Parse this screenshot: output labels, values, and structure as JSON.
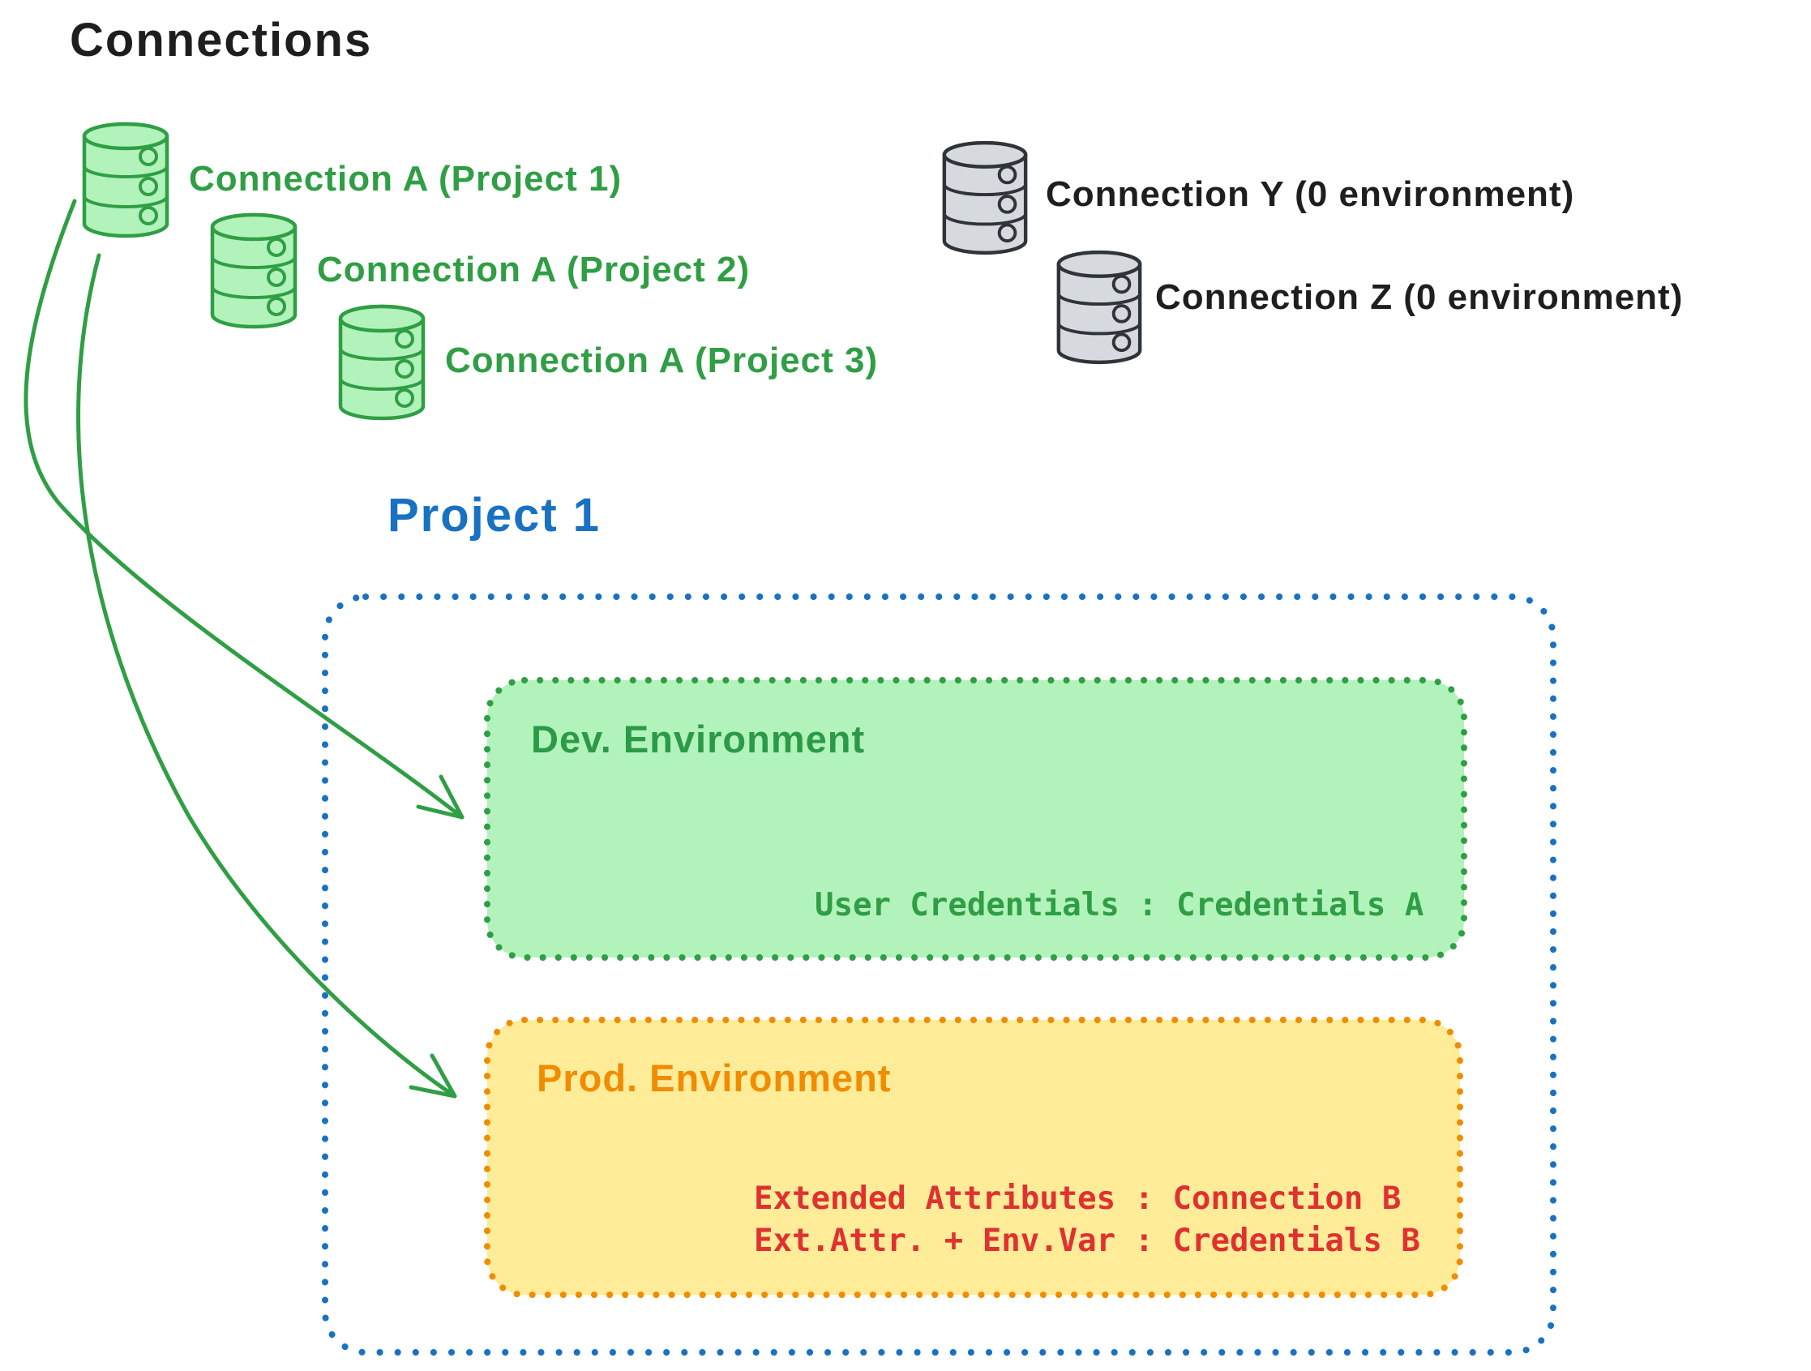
{
  "title": "Connections",
  "connections": {
    "project_a": [
      {
        "label": "Connection A (Project 1)"
      },
      {
        "label": "Connection A (Project 2)"
      },
      {
        "label": "Connection A (Project 3)"
      }
    ],
    "unassigned": [
      {
        "label": "Connection Y (0 environment)"
      },
      {
        "label": "Connection Z (0 environment)"
      }
    ]
  },
  "project": {
    "title": "Project 1",
    "dev_environment": {
      "title": "Dev. Environment",
      "credentials": "User Credentials : Credentials A"
    },
    "prod_environment": {
      "title": "Prod. Environment",
      "lines": [
        "Extended Attributes : Connection B",
        "Ext.Attr. + Env.Var : Credentials B"
      ]
    }
  },
  "icons": {
    "database": "database-cylinder"
  },
  "colors": {
    "green_stroke": "#2f9e44",
    "green_fill": "#b2f2bb",
    "gray_fill": "#d6dade",
    "dark_stroke": "#2f343a",
    "blue": "#1971c2",
    "orange": "#f08c00",
    "yellow_fill": "#ffec99",
    "red": "#e03131",
    "black": "#1e1e1e",
    "background": "#ffffff"
  }
}
